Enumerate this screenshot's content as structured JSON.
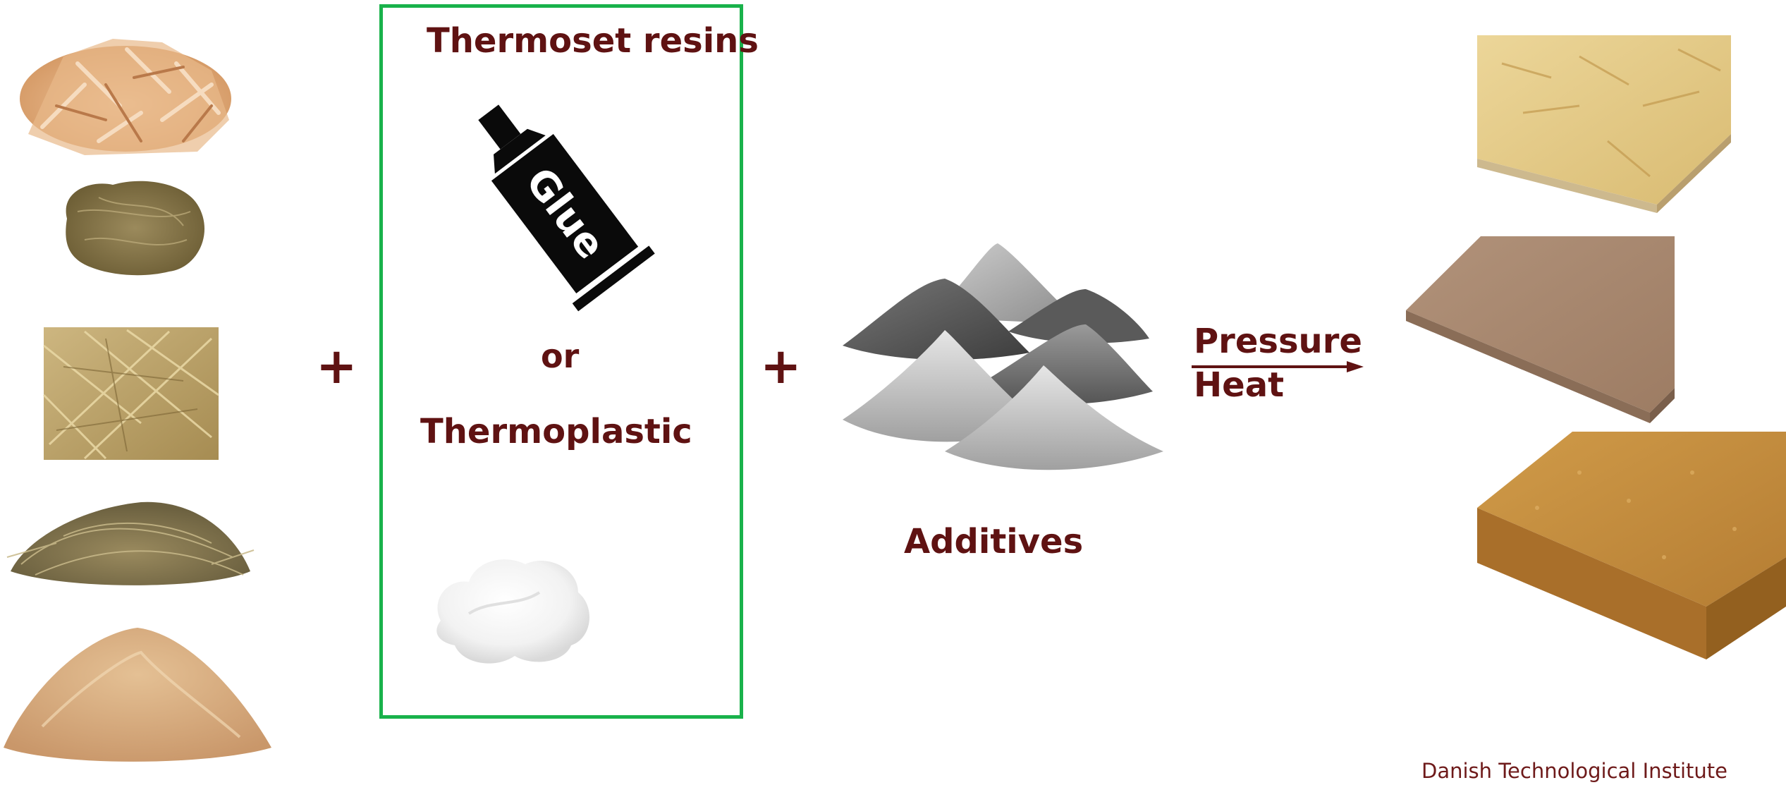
{
  "binder_box": {
    "title": "Thermoset resins",
    "glue_tube_text": "Glue",
    "separator": "or",
    "alternative": "Thermoplastic"
  },
  "operators": {
    "plus": "+"
  },
  "additives": {
    "label": "Additives"
  },
  "process": {
    "pressure": "Pressure",
    "heat": "Heat"
  },
  "credit": "Danish Technological Institute",
  "colors": {
    "text": "#5f1212",
    "box_border": "#19b24b"
  },
  "raw_materials": [
    "wood-chips",
    "fiber-tuft",
    "straw-texture",
    "hay-pile",
    "sawdust-pile"
  ],
  "products": [
    "osb-board",
    "fiberboard-panel",
    "fiber-insulation-slab"
  ]
}
